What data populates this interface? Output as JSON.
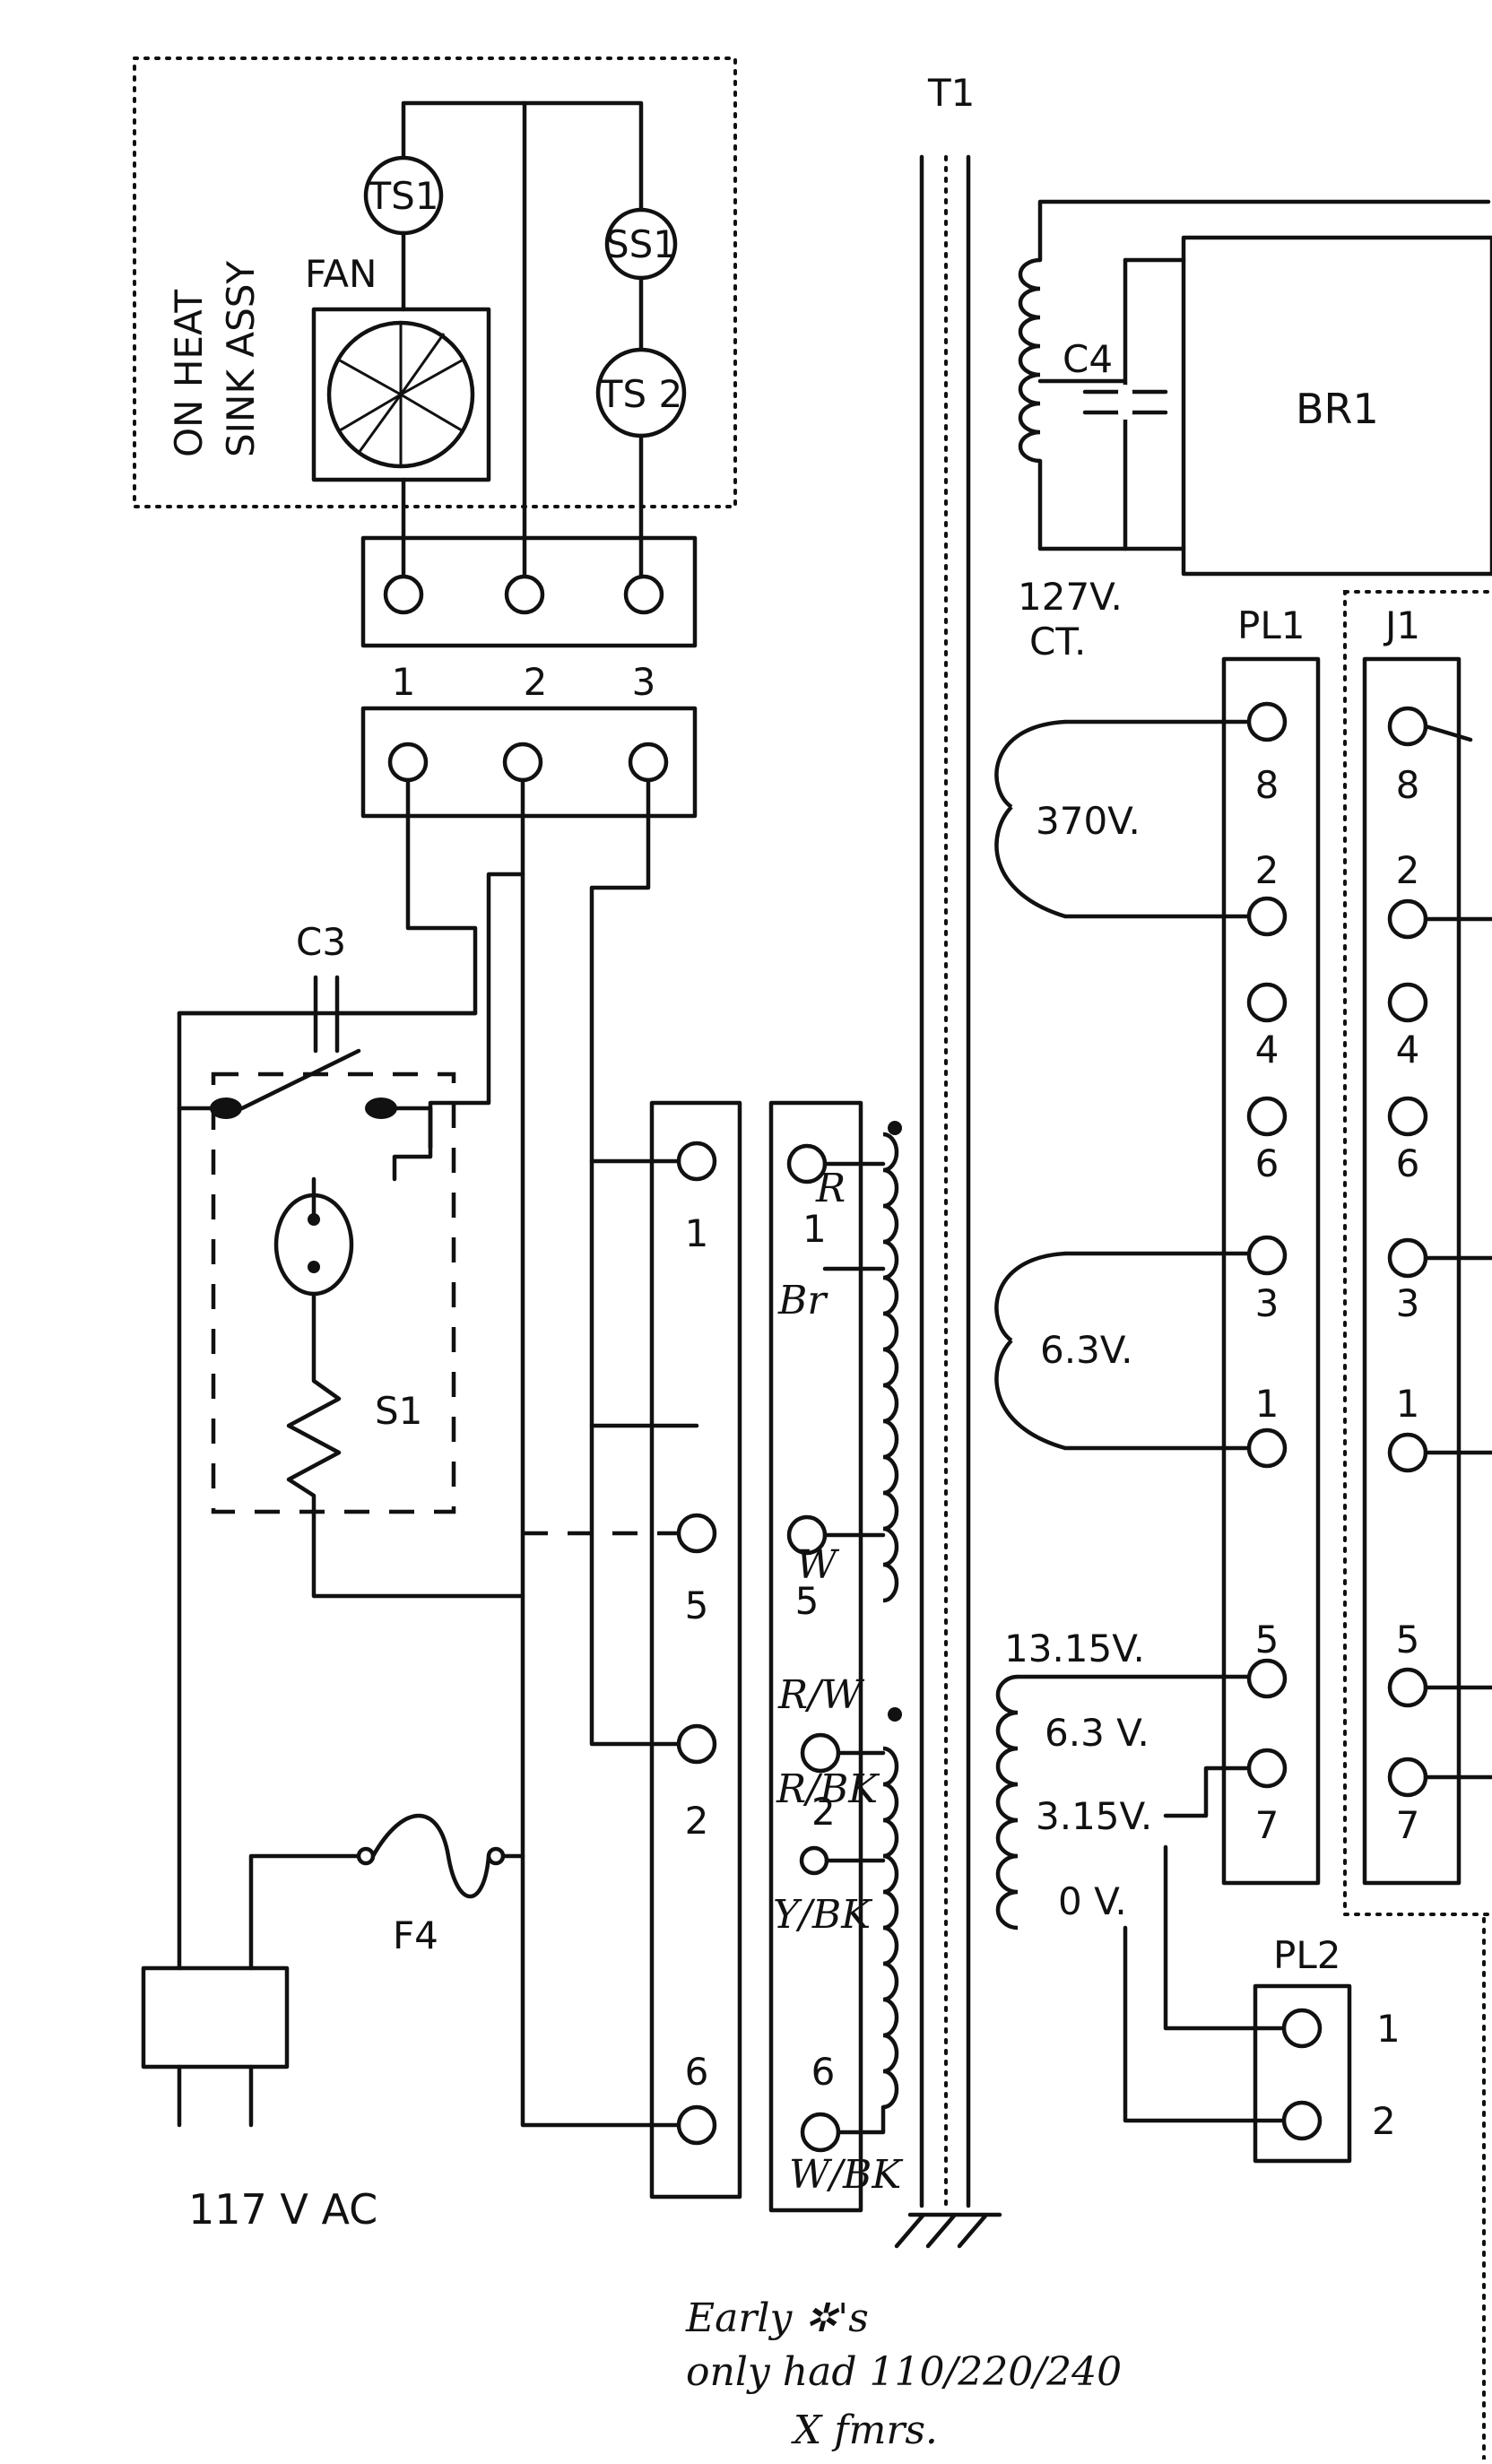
{
  "heat_sink": {
    "label_line1": "ON HEAT",
    "label_line2": "SINK ASSY",
    "ts1": "TS1",
    "fan": "FAN",
    "ss1": "SS1",
    "ts2": "TS 2"
  },
  "connector": {
    "pins": [
      "1",
      "2",
      "3"
    ]
  },
  "switch_section": {
    "c3": "C3",
    "s1": "S1"
  },
  "power_input": {
    "f4": "F4",
    "ac_label": "117 V AC"
  },
  "terminal_strip": {
    "t1": "1",
    "t5": "5",
    "t2": "2",
    "t6": "6"
  },
  "transformer": {
    "t1": "T1",
    "primary": {
      "tap1_color": "R",
      "tap1_num": "1",
      "tap1_br": "Br",
      "tap5_color": "W",
      "tap5_num": "5",
      "tap2_color": "R/W",
      "tap2_rbk": "R/BK",
      "tap2_num": "2",
      "tap_ybk": "Y/BK",
      "tap6_num": "6",
      "tap6_color": "W/BK"
    },
    "secondary": {
      "c4": "C4",
      "br1": "BR1",
      "ct_voltage": "127V.",
      "ct_suffix": "CT.",
      "v370": "370V.",
      "v6_3": "6.3V.",
      "tap_13_15": "13.15V.",
      "tap_6_3": "6.3 V.",
      "tap_3_15": "3.15V.",
      "tap_0": "0 V."
    }
  },
  "pl1": {
    "label": "PL1",
    "pins": [
      "8",
      "2",
      "4",
      "6",
      "3",
      "1",
      "5",
      "7"
    ]
  },
  "j1": {
    "label": "J1",
    "pins": [
      "8",
      "2",
      "4",
      "6",
      "3",
      "1",
      "5",
      "7"
    ]
  },
  "pl2": {
    "label": "PL2",
    "pins": [
      "1",
      "2"
    ]
  },
  "note": {
    "line1": "Early ✲'s",
    "line2": "only had 110/220/240",
    "line3": "X fmrs."
  }
}
